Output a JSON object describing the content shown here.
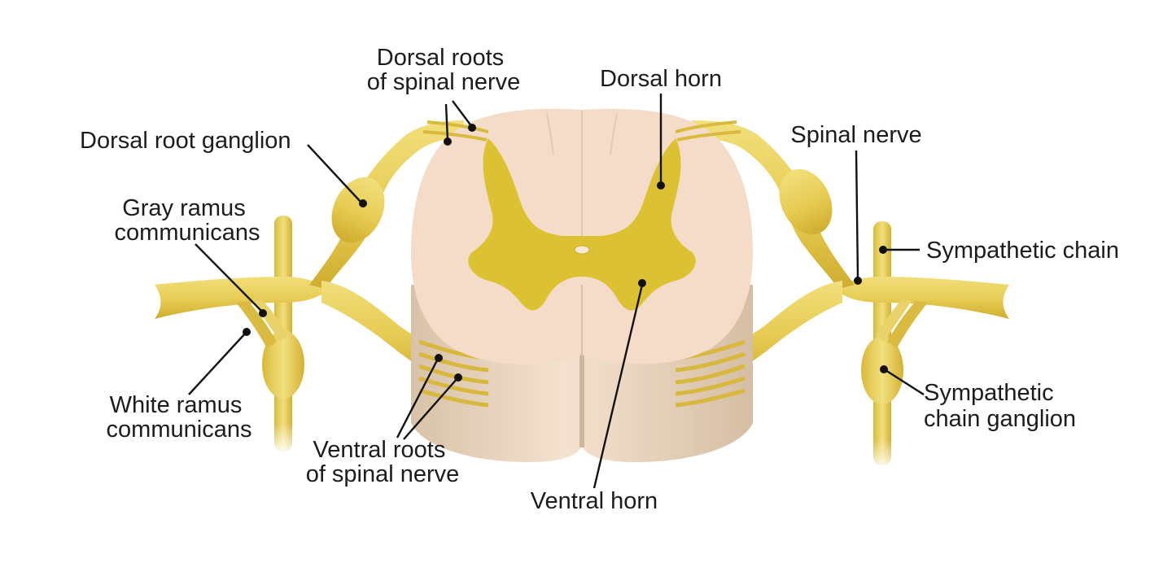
{
  "labels": {
    "dorsal_roots": [
      "Dorsal roots",
      "of spinal nerve"
    ],
    "dorsal_horn": [
      "Dorsal horn"
    ],
    "dorsal_root_ganglion": [
      "Dorsal root ganglion"
    ],
    "spinal_nerve": [
      "Spinal nerve"
    ],
    "gray_ramus": [
      "Gray ramus",
      "communicans"
    ],
    "sympathetic_chain": [
      "Sympathetic chain"
    ],
    "white_ramus": [
      "White ramus",
      "communicans"
    ],
    "sympathetic_chain_ganglion": [
      "Sympathetic",
      "chain ganglion"
    ],
    "ventral_roots": [
      "Ventral roots",
      "of spinal nerve"
    ],
    "ventral_horn": [
      "Ventral horn"
    ]
  },
  "colors": {
    "nerve": "#e8cf57",
    "nerve_dark": "#cfae2c",
    "white_matter": "#f4dcc6",
    "gray_matter": "#dcc233",
    "cord_side": "#e8d3bd",
    "leader": "#111111"
  }
}
